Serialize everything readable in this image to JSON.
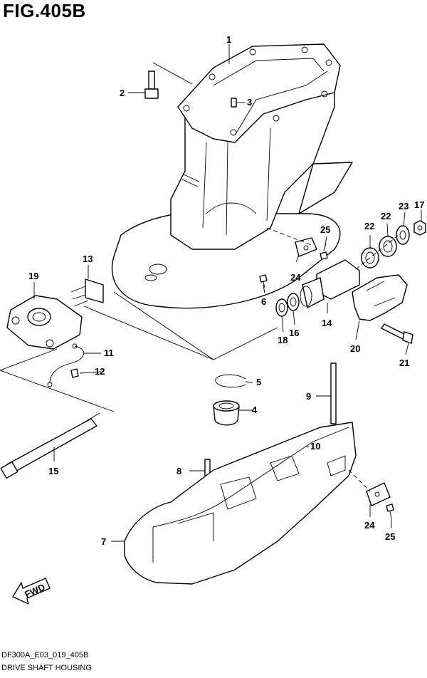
{
  "figure": {
    "title": "FIG.405B",
    "code": "DF300A_E03_019_405B",
    "description": "DRIVE SHAFT HOUSING"
  },
  "fwd_label": "FWD",
  "callouts": [
    "1",
    "2",
    "3",
    "17",
    "23",
    "22",
    "22",
    "25",
    "24",
    "6",
    "14",
    "16",
    "18",
    "13",
    "19",
    "11",
    "12",
    "20",
    "21",
    "5",
    "4",
    "9",
    "10",
    "15",
    "8",
    "7",
    "24",
    "25"
  ]
}
